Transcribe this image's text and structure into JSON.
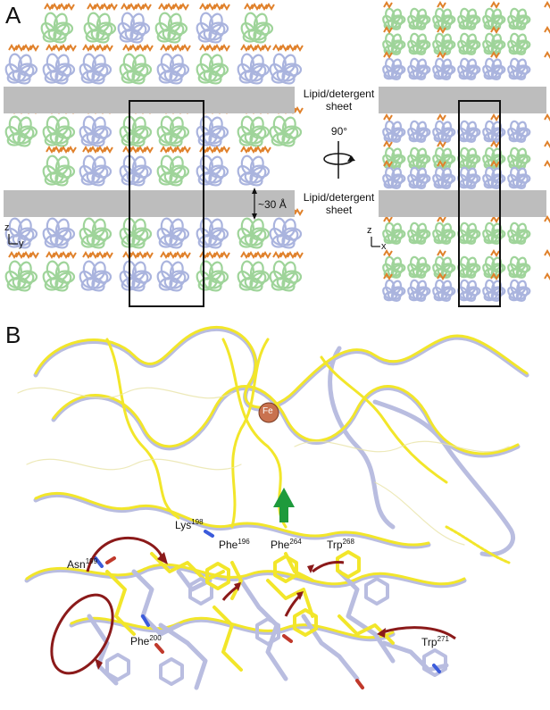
{
  "panel_a": {
    "letter": "A",
    "sheet_label_line1": "Lipid/detergent",
    "sheet_label_line2": "sheet",
    "rotation_label": "90°",
    "spacing_label": "~30 Å",
    "axes_left": {
      "up": "z",
      "right": "y"
    },
    "axes_right": {
      "up": "z",
      "right": "x"
    }
  },
  "panel_b": {
    "letter": "B",
    "iron_label": "Fe",
    "residues": [
      {
        "name": "Lys",
        "num": "198"
      },
      {
        "name": "Asn",
        "num": "199"
      },
      {
        "name": "Phe",
        "num": "196"
      },
      {
        "name": "Phe",
        "num": "264"
      },
      {
        "name": "Trp",
        "num": "268"
      },
      {
        "name": "Phe",
        "num": "200"
      },
      {
        "name": "Trp",
        "num": "271"
      }
    ]
  },
  "colors": {
    "green_protein": "#9fd49a",
    "blue_protein": "#aab4de",
    "orange_lipid": "#e0812b",
    "sheet_gray": "#bdbdbd",
    "yellow_chain": "#f2e62a",
    "lavender_chain": "#b9bde0",
    "dark_red_arrow": "#8b1a1a",
    "green_arrow": "#1e9a3c",
    "fe_orange": "#c9724f"
  }
}
